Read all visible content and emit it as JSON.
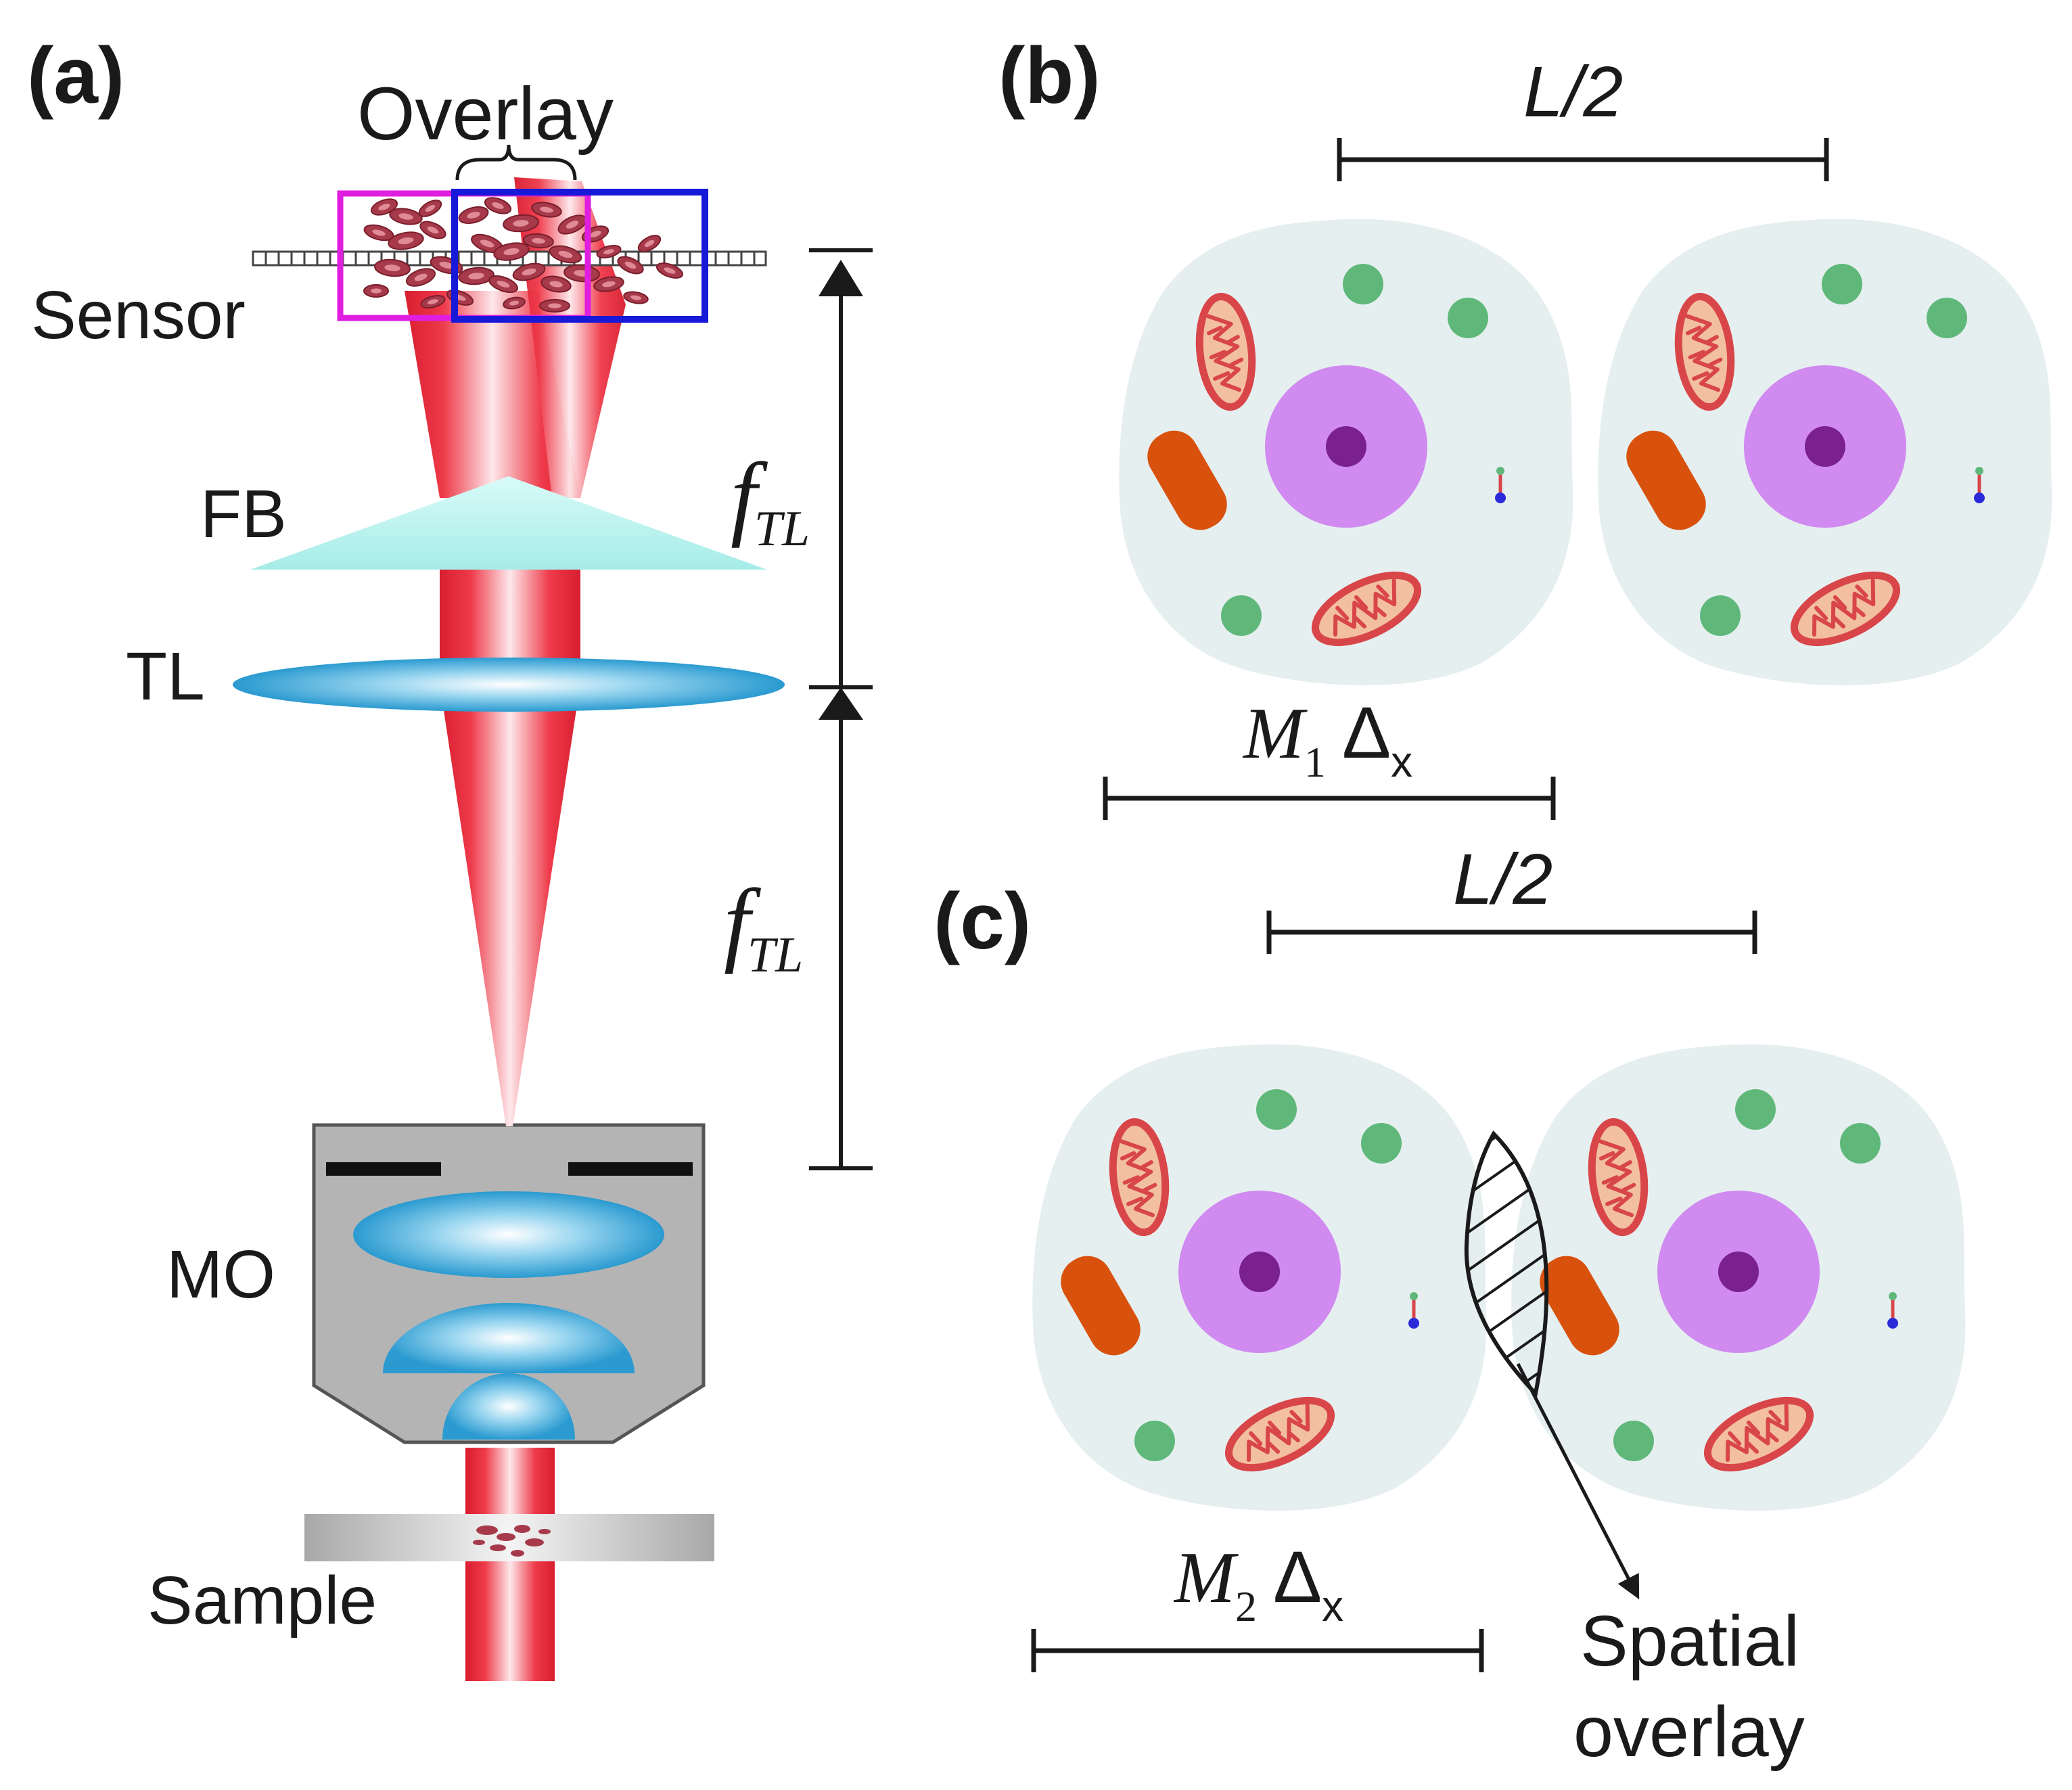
{
  "panels": {
    "a": {
      "tag": "(a)",
      "overlay": "Overlay",
      "sensor": "Sensor",
      "fb": "FB",
      "tl": "TL",
      "mo": "MO",
      "sample": "Sample",
      "f_symbol": "f",
      "f_subscript": "TL"
    },
    "b": {
      "tag": "(b)",
      "top_scale": "L/2",
      "m_symbol": "M",
      "m_subscript": "1",
      "delta": "Δ",
      "delta_subscript": "x"
    },
    "c": {
      "tag": "(c)",
      "top_scale": "L/2",
      "m_symbol": "M",
      "m_subscript": "2",
      "delta": "Δ",
      "delta_subscript": "x",
      "spatial_line1": "Spatial",
      "spatial_line2": "overlay"
    }
  },
  "colors": {
    "beam": "#e8283a",
    "fb_prism": "#b8f4f0",
    "lens": "#3aa6d8",
    "objective_body": "#b4b4b4",
    "cell_body": "#e6eff0",
    "nucleus": "#d08af0",
    "nucleolus": "#7a2090",
    "vesicle": "#5fb87a",
    "mitochondria": "#d8464a",
    "lysosome": "#d8520e",
    "sensor_box_left": "#e01ee0",
    "sensor_box_right": "#1818d8"
  }
}
